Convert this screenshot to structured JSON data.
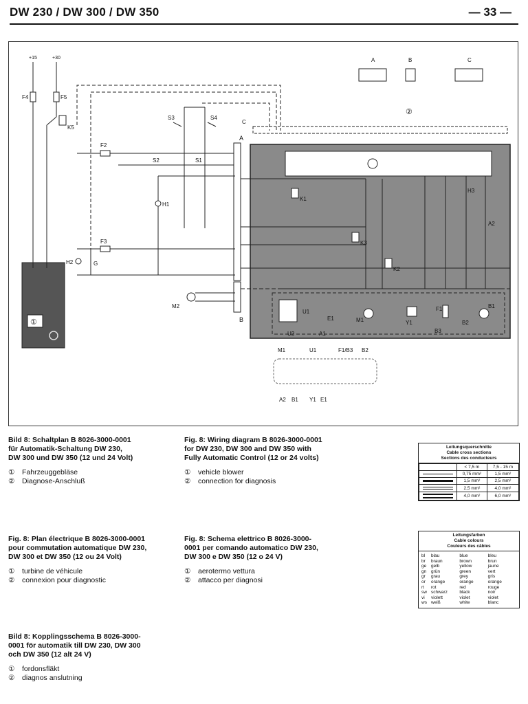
{
  "header": {
    "title": "DW 230 / DW 300 / DW 350",
    "page": "— 33 —"
  },
  "diagram": {
    "labels": {
      "p15": "+15",
      "p30": "+30",
      "F4": "F4",
      "F5": "F5",
      "K5": "K5",
      "F2": "F2",
      "S1": "S1",
      "S2": "S2",
      "S3": "S3",
      "S4": "S4",
      "C": "C",
      "A": "A",
      "B": "B",
      "H1": "H1",
      "H2": "H2",
      "G": "G",
      "F3": "F3",
      "M2": "M2",
      "K1": "K1",
      "K2": "K2",
      "K3": "K3",
      "H3": "H3",
      "A2": "A2",
      "U1": "U1",
      "U2": "U2",
      "E1": "E1",
      "M1": "M1",
      "Y1": "Y1",
      "F1": "F1",
      "B3": "B3",
      "B2": "B2",
      "B1": "B1",
      "A1": "A1",
      "conn_A": "A",
      "conn_B": "B",
      "conn_C": "C",
      "circ1": "①",
      "circ2": "②",
      "d_M1": "M1",
      "d_U1": "U1",
      "d_F1B3": "F1/B3",
      "d_B2": "B2",
      "d_A2": "A2",
      "d_B1": "B1",
      "d_Y1": "Y1",
      "d_E1": "E1"
    }
  },
  "captions": {
    "de": {
      "title": "Bild 8:  Schaltplan B 8026-3000-0001\nfür Automatik-Schaltung DW 230,\nDW 300 und DW 350 (12 und 24 Volt)",
      "items": [
        {
          "n": "①",
          "t": "Fahrzeuggebläse"
        },
        {
          "n": "②",
          "t": "Diagnose-Anschluß"
        }
      ]
    },
    "en": {
      "title": "Fig. 8:  Wiring diagram B 8026-3000-0001\nfor DW 230, DW 300 and DW 350 with\nFully Automatic Control (12 or 24 volts)",
      "items": [
        {
          "n": "①",
          "t": "vehicle blower"
        },
        {
          "n": "②",
          "t": "connection for diagnosis"
        }
      ]
    },
    "fr": {
      "title": "Fig. 8:  Plan électrique B 8026-3000-0001\npour commutation automatique DW 230,\nDW 300 et DW 350 (12 ou 24 Volt)",
      "items": [
        {
          "n": "①",
          "t": "turbine de véhicule"
        },
        {
          "n": "②",
          "t": "connexion pour diagnostic"
        }
      ]
    },
    "it": {
      "title": "Fig. 8:  Schema elettrico B 8026-3000-\n0001 per comando automatico DW 230,\nDW 300 e DW 350 (12 o 24 V)",
      "items": [
        {
          "n": "①",
          "t": "aerotermo vettura"
        },
        {
          "n": "②",
          "t": "attacco per diagnosi"
        }
      ]
    },
    "sv": {
      "title": "Bild 8:  Kopplingsschema B 8026-3000-\n0001 för automatik till DW 230, DW 300\noch DW 350 (12 alt 24 V)",
      "items": [
        {
          "n": "①",
          "t": "fordonsfläkt"
        },
        {
          "n": "②",
          "t": "diagnos anslutning"
        }
      ]
    }
  },
  "cross_sections": {
    "title1": "Leitungsquerschnitte",
    "title2": "Cable cross sections",
    "title3": "Sections des conducteurs",
    "col1": "< 7,5 m",
    "col2": "7,5 - 15 m",
    "rows": [
      {
        "a": "0,75 mm²",
        "b": "1,5 mm²"
      },
      {
        "a": "1,5 mm²",
        "b": "2,5 mm²"
      },
      {
        "a": "2,5 mm²",
        "b": "4,0 mm²"
      },
      {
        "a": "4,0 mm²",
        "b": "6,0 mm²"
      }
    ]
  },
  "cable_colours": {
    "title1": "Leitungsfarben",
    "title2": "Cable colours",
    "title3": "Couleurs des câbles",
    "rows": [
      {
        "code": "bl",
        "de": "blau",
        "en": "blue",
        "fr": "bleu"
      },
      {
        "code": "br",
        "de": "braun",
        "en": "brown",
        "fr": "brun"
      },
      {
        "code": "ge",
        "de": "gelb",
        "en": "yellow",
        "fr": "jaune"
      },
      {
        "code": "gn",
        "de": "grün",
        "en": "green",
        "fr": "vert"
      },
      {
        "code": "gr",
        "de": "grau",
        "en": "grey",
        "fr": "gris"
      },
      {
        "code": "or",
        "de": "orange",
        "en": "orange",
        "fr": "orange"
      },
      {
        "code": "rt",
        "de": "rot",
        "en": "red",
        "fr": "rouge"
      },
      {
        "code": "sw",
        "de": "schwarz",
        "en": "black",
        "fr": "noir"
      },
      {
        "code": "vi",
        "de": "violett",
        "en": "violet",
        "fr": "violet"
      },
      {
        "code": "ws",
        "de": "weiß",
        "en": "white",
        "fr": "blanc"
      }
    ]
  }
}
